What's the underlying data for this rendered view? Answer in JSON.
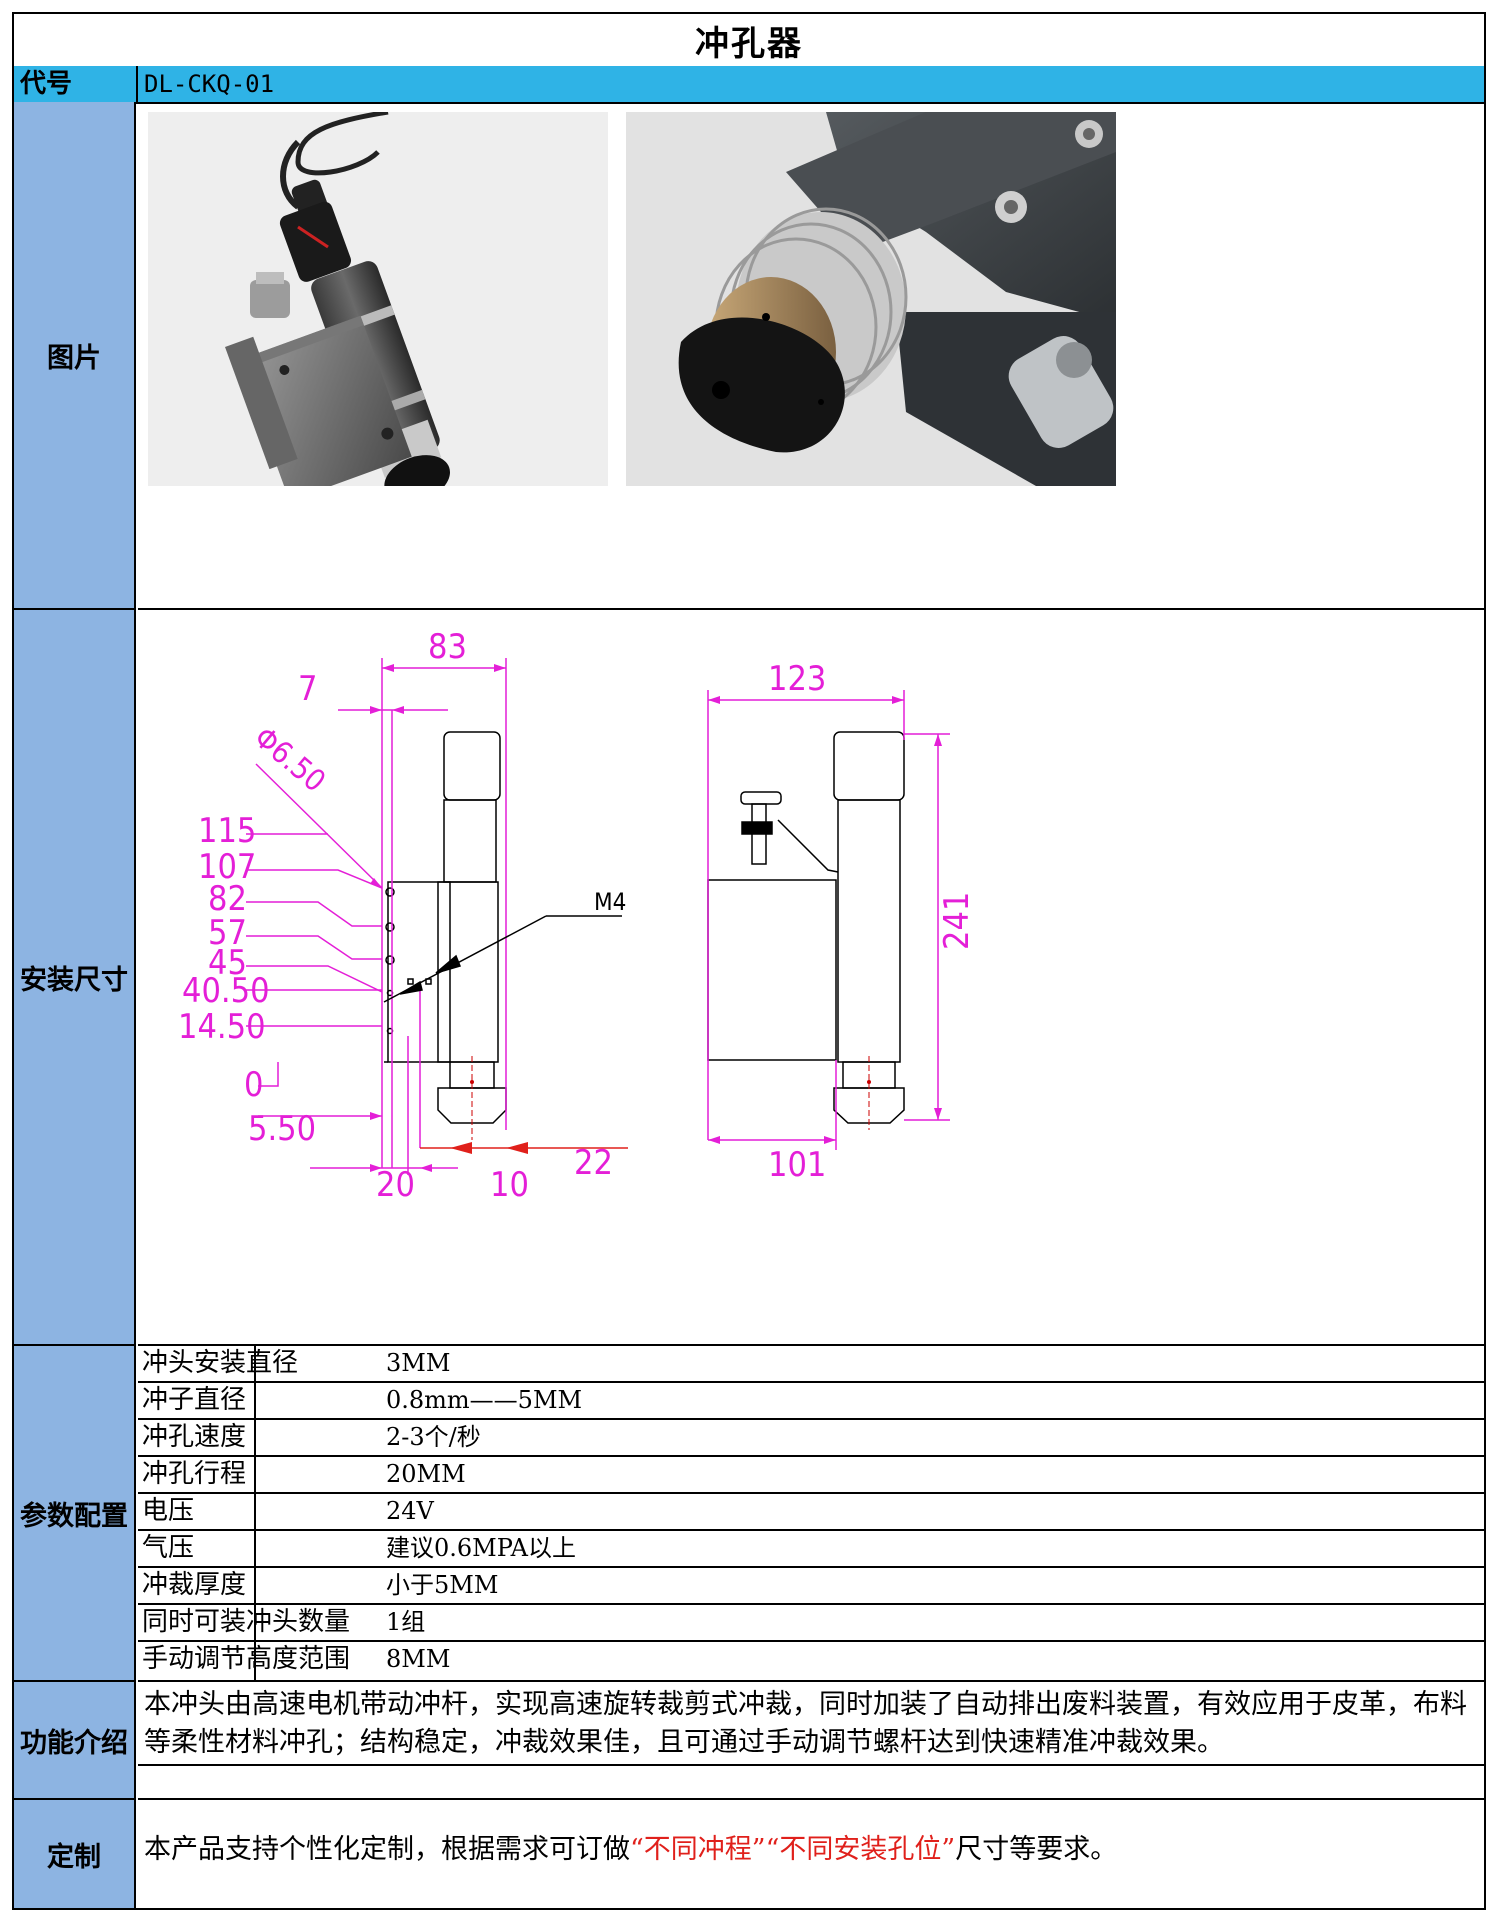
{
  "title": "冲孔器",
  "code": {
    "label": "代号",
    "value": "DL-CKQ-01"
  },
  "labels": {
    "picture": "图片",
    "dimensions": "安装尺寸",
    "params": "参数配置",
    "function": "功能介绍",
    "custom": "定制"
  },
  "drawing": {
    "left": {
      "dims": [
        "83",
        "7",
        "Φ6.50",
        "115",
        "107",
        "82",
        "57",
        "45",
        "40.50",
        "14.50",
        "0",
        "5.50",
        "20",
        "10",
        "22"
      ],
      "thread": "M4"
    },
    "right": {
      "dims": [
        "123",
        "241",
        "101"
      ]
    },
    "colors": {
      "dimension": "#e41fd7",
      "arrow_red": "#e0201b",
      "line": "#000000"
    }
  },
  "params": [
    {
      "name": "冲头安装直径",
      "value": "3MM"
    },
    {
      "name": "冲子直径",
      "value": "0.8mm——5MM"
    },
    {
      "name": "冲孔速度",
      "value": "2-3个/秒"
    },
    {
      "name": "冲孔行程",
      "value": "20MM"
    },
    {
      "name": "电压",
      "value": "24V"
    },
    {
      "name": "气压",
      "value": "建议0.6MPA以上"
    },
    {
      "name": "冲裁厚度",
      "value": "小于5MM"
    },
    {
      "name": "同时可装冲头数量",
      "value": "1组"
    },
    {
      "name": "手动调节高度范围",
      "value": "8MM"
    }
  ],
  "function_text": "本冲头由高速电机带动冲杆，实现高速旋转裁剪式冲裁，同时加装了自动排出废料装置，有效应用于皮革，布料等柔性材料冲孔；结构稳定，冲裁效果佳，且可通过手动调节螺杆达到快速精准冲裁效果。",
  "custom_text": {
    "before": "本产品支持个性化定制，根据需求可订做",
    "highlight1": "“不同冲程”",
    "highlight2": "“不同安装孔位”",
    "after": "尺寸等要求。"
  },
  "colors": {
    "code_row_bg": "#2fb3e6",
    "label_bg": "#8db4e2",
    "highlight": "#e0201b"
  }
}
